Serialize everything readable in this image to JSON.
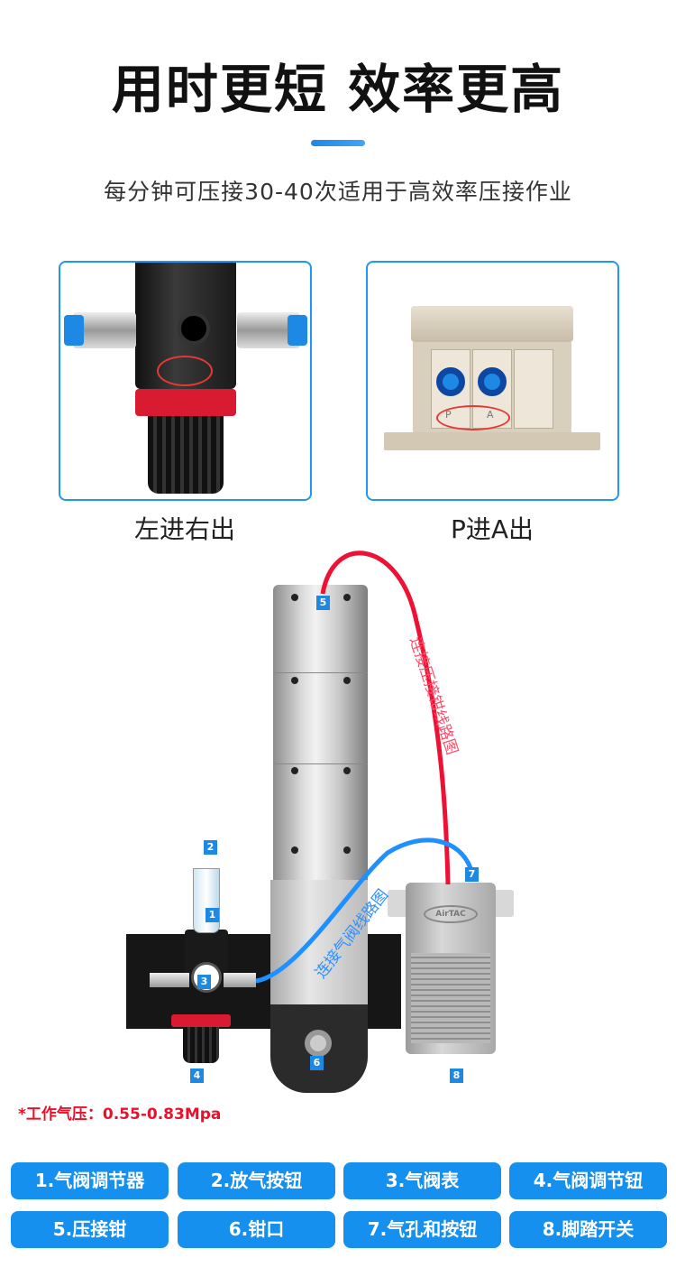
{
  "header": {
    "title": "用时更短 效率更高",
    "subtitle": "每分钟可压接30-40次适用于高效率压接作业"
  },
  "panels": [
    {
      "caption": "左进右出"
    },
    {
      "caption": "P进A出",
      "port_p": "P",
      "port_a": "A"
    }
  ],
  "diagram": {
    "red_tube_label": "连接压接钳线路图",
    "blue_tube_label": "连接气阀线路图",
    "pedal_brand": "AirTAC",
    "badges": [
      "1",
      "2",
      "3",
      "4",
      "5",
      "6",
      "7",
      "8"
    ]
  },
  "note": "*工作气压：0.55-0.83Mpa",
  "legend": [
    "1.气阀调节器",
    "2.放气按钮",
    "3.气阀表",
    "4.气阀调节钮",
    "5.压接钳",
    "6.钳口",
    "7.气孔和按钮",
    "8.脚踏开关"
  ],
  "colors": {
    "accent": "#1590ef",
    "warning": "#e8102a",
    "red_tube": "#ee1133",
    "blue_tube": "#1e90ff"
  }
}
